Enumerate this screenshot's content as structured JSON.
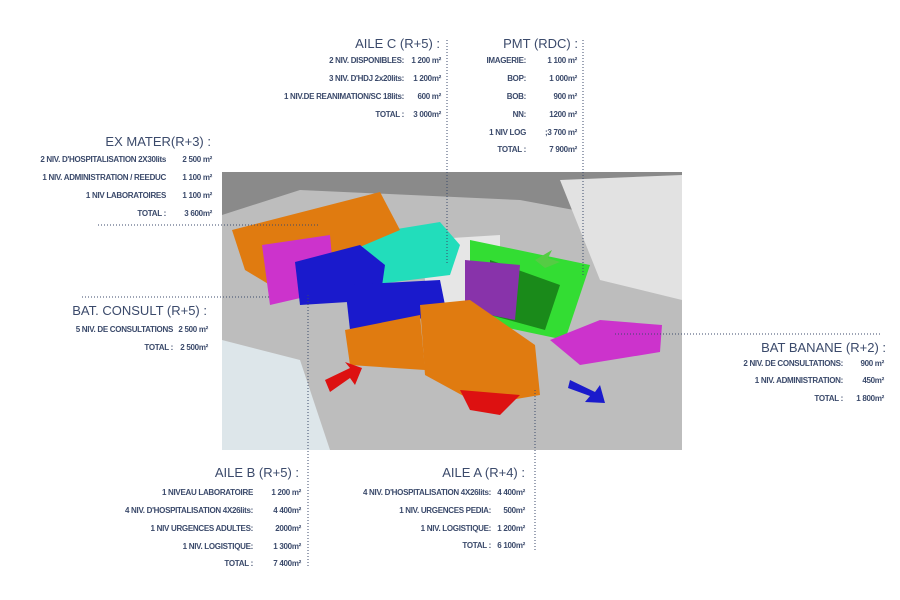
{
  "blocks": {
    "aile_c": {
      "title": "AILE C (R+5) :",
      "rows": [
        [
          "2 NIV. DISPONIBLES:",
          "1 200 m²"
        ],
        [
          "3 NIV. D'HDJ 2x20lits:",
          "1 200m²"
        ],
        [
          "1 NIV.DE REANIMATION/SC 18lits:",
          "600 m²"
        ],
        [
          "TOTAL :",
          "3 000m²"
        ]
      ]
    },
    "pmt": {
      "title": "PMT (RDC) :",
      "rows": [
        [
          "IMAGERIE:",
          "1 100 m²"
        ],
        [
          "BOP:",
          "1 000m²"
        ],
        [
          "BOB:",
          "900 m²"
        ],
        [
          "NN:",
          "1200 m²"
        ],
        [
          "1 NIV LOG",
          ";3 700 m²"
        ],
        [
          "TOTAL :",
          "7 900m²"
        ]
      ]
    },
    "ex_mater": {
      "title": "EX MATER(R+3) :",
      "rows": [
        [
          "2 NIV. D'HOSPITALISATION 2X30lits",
          "2 500 m²"
        ],
        [
          "1 NIV. ADMINISTRATION  / REEDUC",
          "1 100 m²"
        ],
        [
          "1 NIV LABORATOIRES",
          "1 100 m²"
        ],
        [
          "TOTAL :",
          "3 600m²"
        ]
      ]
    },
    "bat_consult": {
      "title": "BAT. CONSULT (R+5) :",
      "rows": [
        [
          "5 NIV. DE CONSULTATIONS",
          "2 500 m²"
        ],
        [
          "TOTAL :",
          "2 500m²"
        ]
      ]
    },
    "aile_b": {
      "title": "AILE B (R+5) :",
      "rows": [
        [
          "1 NIVEAU LABORATOIRE",
          "1 200 m²"
        ],
        [
          "4 NIV. D'HOSPITALISATION 4X26lits:",
          "4 400m²"
        ],
        [
          "1 NIV URGENCES ADULTES:",
          "2000m²"
        ],
        [
          "1 NIV. LOGISTIQUE:",
          "1 300m²"
        ],
        [
          "TOTAL :",
          "7 400m²"
        ]
      ]
    },
    "aile_a": {
      "title": "AILE A (R+4) :",
      "rows": [
        [
          "4 NIV. D'HOSPITALISATION 4X26lits:",
          "4 400m²"
        ],
        [
          "1 NIV. URGENCES PEDIA:",
          "500m²"
        ],
        [
          "1 NIV. LOGISTIQUE:",
          "1 200m²"
        ],
        [
          "TOTAL :",
          "6 100m²"
        ]
      ]
    },
    "bat_banane": {
      "title": "BAT BANANE (R+2) :",
      "rows": [
        [
          "2 NIV. DE CONSULTATIONS:",
          "900 m²"
        ],
        [
          "1 NIV. ADMINISTRATION:",
          "450m²"
        ],
        [
          "TOTAL :",
          "1 800m²"
        ]
      ]
    }
  },
  "colors": {
    "text": "#3b4a6b",
    "orange": "#e07b10",
    "blue": "#1a1acc",
    "magenta": "#cc33cc",
    "green": "#33dd33",
    "cyan": "#22ddbb",
    "red": "#dd1111"
  }
}
